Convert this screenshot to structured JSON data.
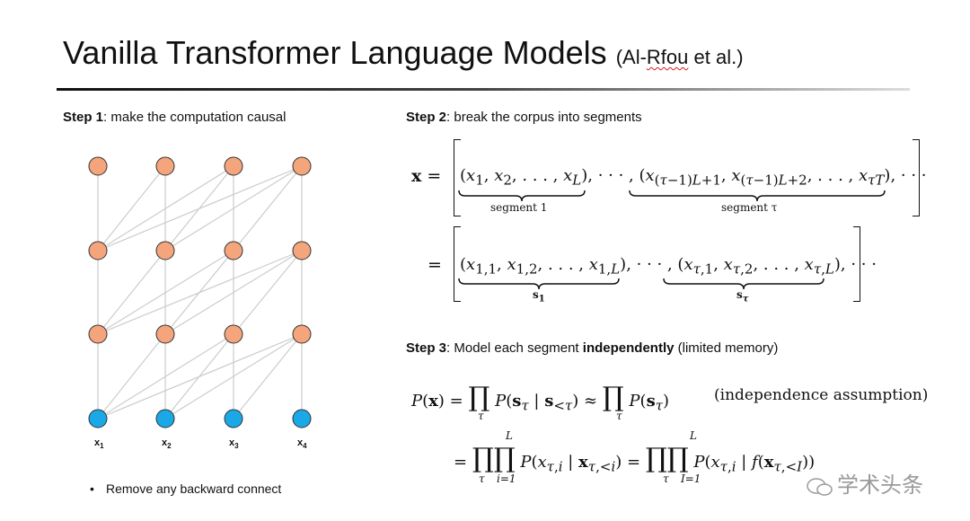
{
  "title": {
    "main": "Vanilla Transformer Language Models",
    "cite_prefix": "(Al-",
    "cite_squiggle": "Rfou",
    "cite_suffix": " et al.)"
  },
  "step1": {
    "label": "Step 1",
    "text": ": make the computation causal"
  },
  "step2": {
    "label": "Step 2",
    "text": ": break the corpus into segments"
  },
  "step3": {
    "label": "Step 3",
    "text_a": ": Model each segment ",
    "bold": "independently",
    "text_b": " (limited memory)"
  },
  "graph": {
    "input_labels": [
      "x1",
      "x2",
      "x3",
      "x4"
    ],
    "hidden_color": "#f4a57c",
    "input_color": "#1aa9e6",
    "edge_color": "#cccccc"
  },
  "bullet": "Remove any backward connect",
  "eq": {
    "x_bold": "x",
    "seg1_text": "(x1, x2, . . . , xL)",
    "seg1_label": "segment 1",
    "segtau_label": "segment τ",
    "s1_label": "s1",
    "stau_label": "sτ",
    "independence": "(independence assumption)"
  },
  "watermark": "学术头条"
}
